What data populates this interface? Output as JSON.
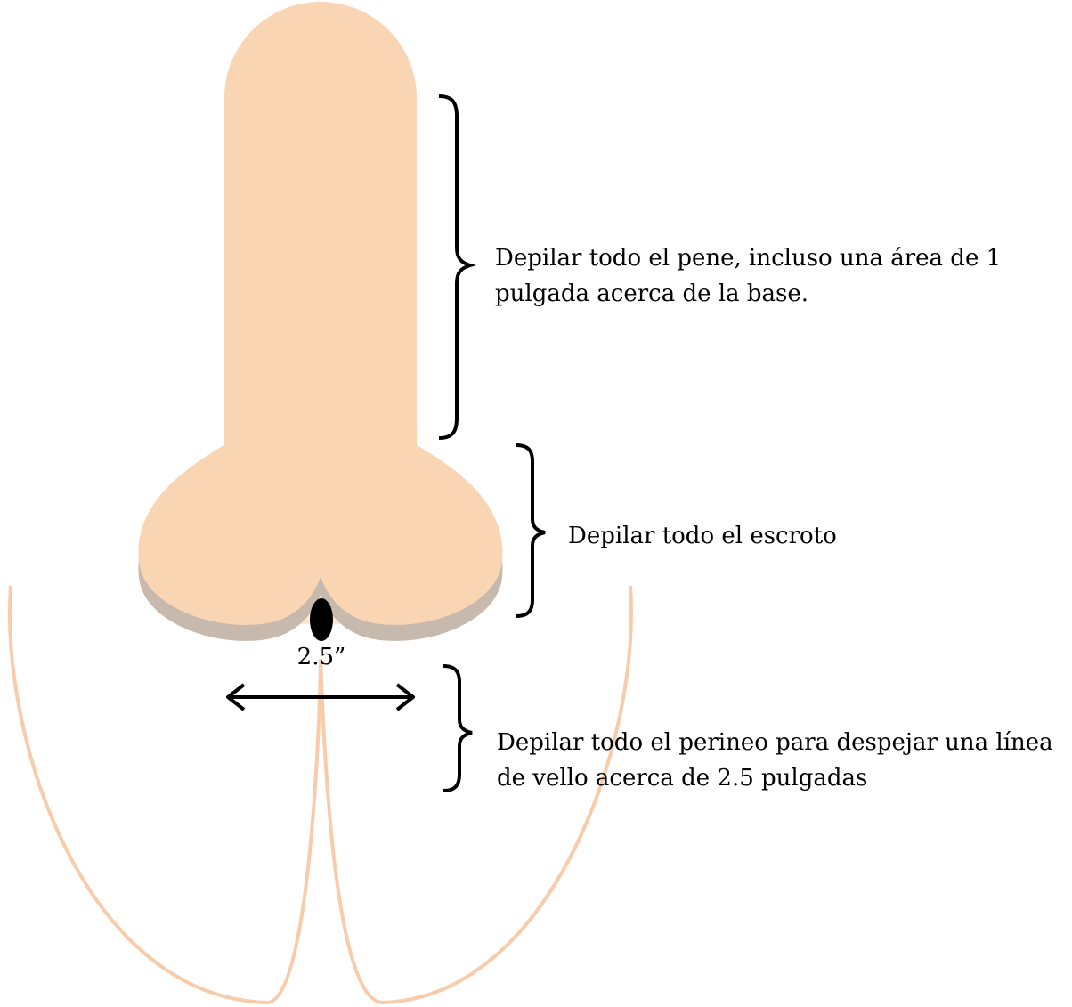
{
  "annotations": {
    "penis": {
      "line1": "Depilar todo el pene, incluso una área de 1",
      "line2": "pulgada acerca de la base."
    },
    "scrotum": {
      "line1": "Depilar todo el escroto"
    },
    "perineum": {
      "line1": "Depilar todo el perineo para despejar una línea",
      "line2": "de vello acerca de 2.5 pulgadas"
    },
    "measurement": "2.5”"
  },
  "colors": {
    "skin": "#fad5b4",
    "skin_light": "#fce8d8",
    "skin_shadow": "#c7b9ad",
    "buttock_outline": "#f8ccaa",
    "ink": "#000000"
  }
}
